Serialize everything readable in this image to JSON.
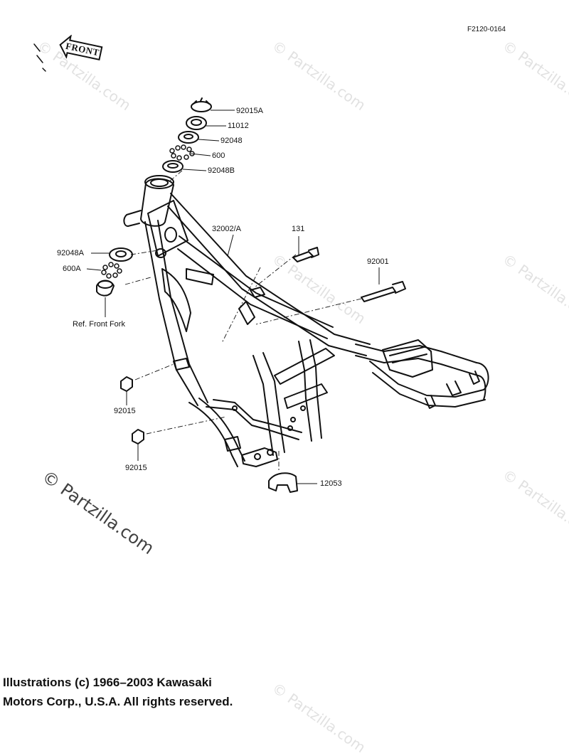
{
  "figure_code": "F2120-0164",
  "front_label": "FRONT",
  "watermark": "© Partzilla.com",
  "callouts": {
    "p92015A": "92015A",
    "p11012": "11012",
    "p92048": "92048",
    "p600": "600",
    "p92048B": "92048B",
    "p32002A": "32002/A",
    "p131": "131",
    "p92001": "92001",
    "p92048A": "92048A",
    "p600A": "600A",
    "ref_front_fork": "Ref.  Front Fork",
    "p92015_upper": "92015",
    "p92015_lower": "92015",
    "p12053": "12053"
  },
  "copyright": {
    "line1": "Illustrations (c) 1966–2003 Kawasaki",
    "line2": "Motors Corp., U.S.A.  All rights reserved."
  }
}
